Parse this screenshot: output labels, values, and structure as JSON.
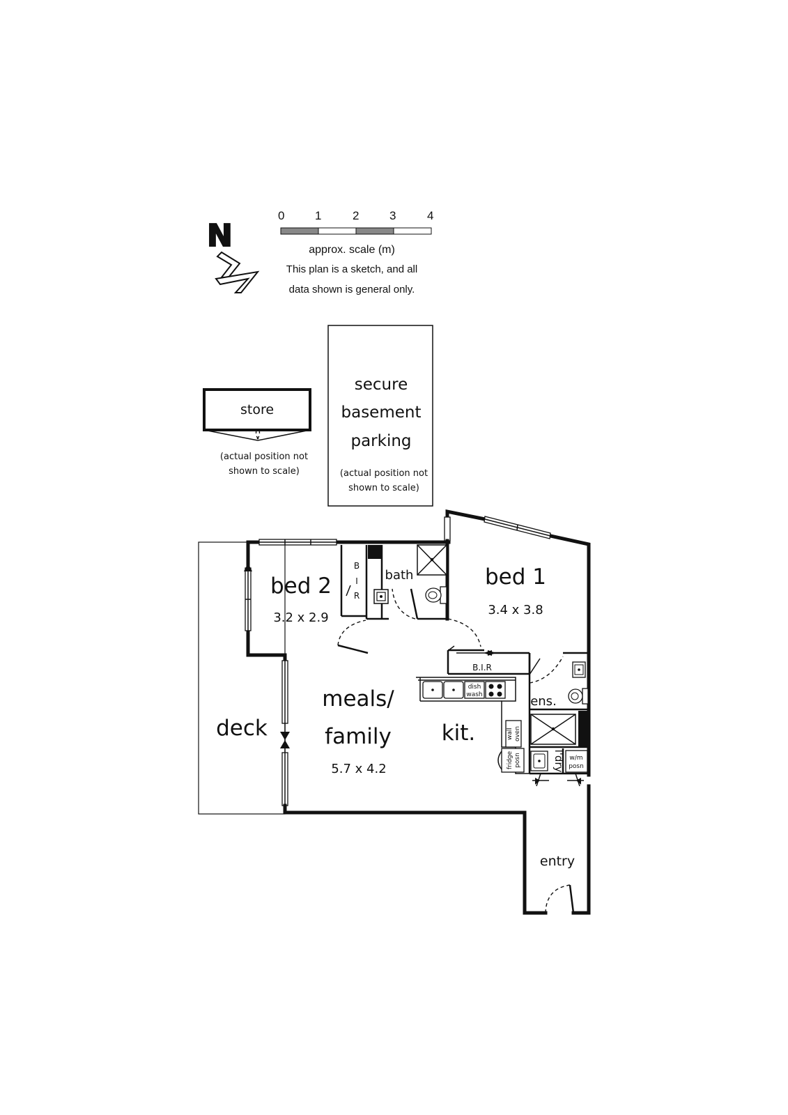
{
  "scale": {
    "ticks": [
      "0",
      "1",
      "2",
      "3",
      "4"
    ],
    "caption": "approx. scale (m)",
    "disclaimer_line1": "This plan is a sketch, and all",
    "disclaimer_line2": "data shown is general only."
  },
  "compass": {
    "letter": "N",
    "icon": "north-arrow-icon"
  },
  "store": {
    "label": "store",
    "note_line1": "(actual position not",
    "note_line2": "shown to scale)"
  },
  "parking": {
    "line1": "secure",
    "line2": "basement",
    "line3": "parking",
    "note_line1": "(actual position not",
    "note_line2": "shown to scale)"
  },
  "rooms": {
    "bed2": {
      "name": "bed 2",
      "dims": "3.2 x 2.9"
    },
    "bed2_bir": {
      "l1": "B",
      "l2": "I",
      "l3": "R"
    },
    "bath": {
      "name": "bath"
    },
    "bed1": {
      "name": "bed 1",
      "dims": "3.4 x 3.8"
    },
    "bed1_bir": {
      "name": "B.I.R"
    },
    "meals": {
      "line1": "meals/",
      "line2": "family",
      "dims": "5.7 x 4.2"
    },
    "kitchen": {
      "name": "kit."
    },
    "ensuite": {
      "name": "ens."
    },
    "laundry": {
      "name": "l'dry"
    },
    "deck": {
      "name": "deck"
    },
    "entry": {
      "name": "entry"
    }
  },
  "fixtures": {
    "dishwasher_l1": "dish",
    "dishwasher_l2": "wash",
    "wall_oven_l1": "wall",
    "wall_oven_l2": "oven",
    "fridge_l1": "fridge",
    "fridge_l2": "posn",
    "washer_l1": "w/m",
    "washer_l2": "posn"
  }
}
